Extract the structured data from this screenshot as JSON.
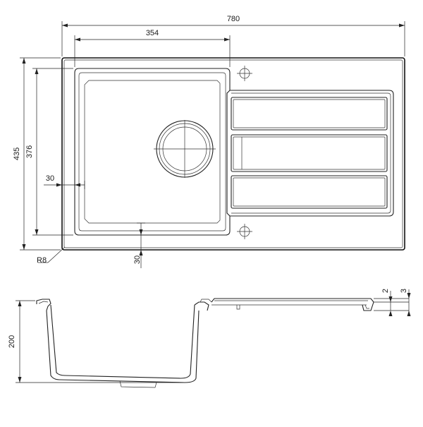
{
  "dimensions": {
    "overall_width": "780",
    "bowl_width": "354",
    "overall_depth": "435",
    "bowl_depth": "376",
    "side_margin": "30",
    "bottom_margin": "30",
    "corner_radius": "R8",
    "height": "200",
    "rim_2": "2",
    "rim_3": "3"
  }
}
